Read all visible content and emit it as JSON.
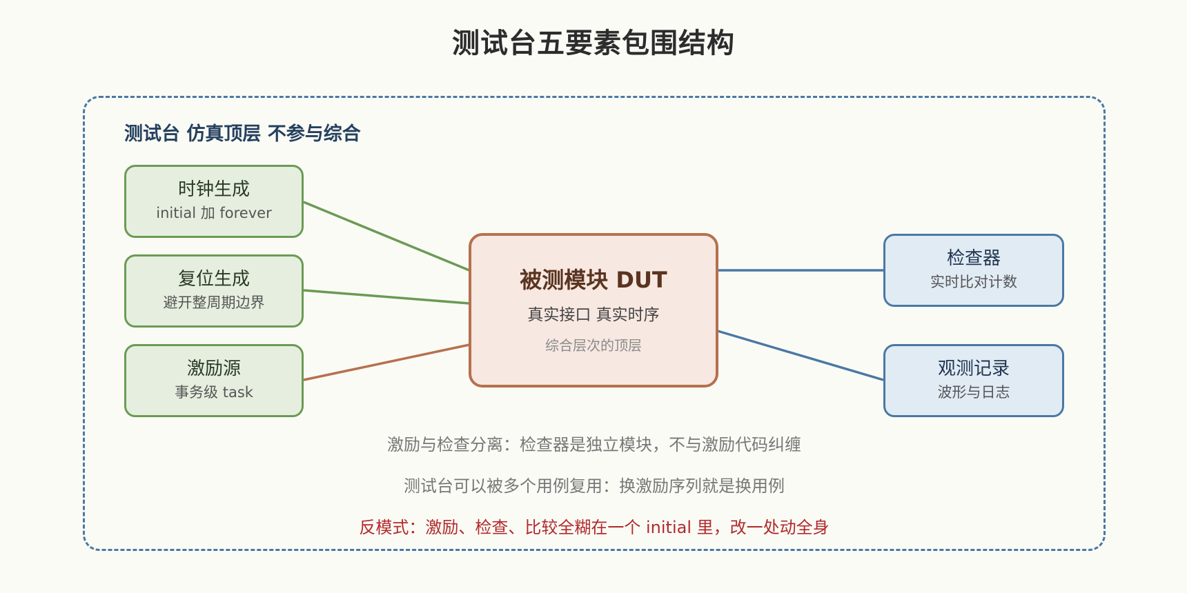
{
  "title": "测试台五要素包围结构",
  "frame": {
    "label": "测试台 仿真顶层 不参与综合"
  },
  "nodes": {
    "clock": {
      "title": "时钟生成",
      "subtitle": "initial 加 forever"
    },
    "reset": {
      "title": "复位生成",
      "subtitle": "避开整周期边界"
    },
    "stimulus": {
      "title": "激励源",
      "subtitle": "事务级 task"
    },
    "dut": {
      "title": "被测模块 DUT",
      "subtitle": "真实接口 真实时序",
      "note": "综合层次的顶层"
    },
    "checker": {
      "title": "检查器",
      "subtitle": "实时比对计数"
    },
    "recorder": {
      "title": "观测记录",
      "subtitle": "波形与日志"
    }
  },
  "notes": [
    "激励与检查分离：检查器是独立模块，不与激励代码纠缠",
    "测试台可以被多个用例复用：换激励序列就是换用例",
    "反模式：激励、检查、比较全糊在一个 initial 里，改一处动全身"
  ],
  "colors": {
    "frame": "#4a78a4",
    "green_edge": "#6b9a55",
    "orange_edge": "#b5714e",
    "blue_edge": "#4a78a4",
    "warning_text": "#b02a2a"
  }
}
